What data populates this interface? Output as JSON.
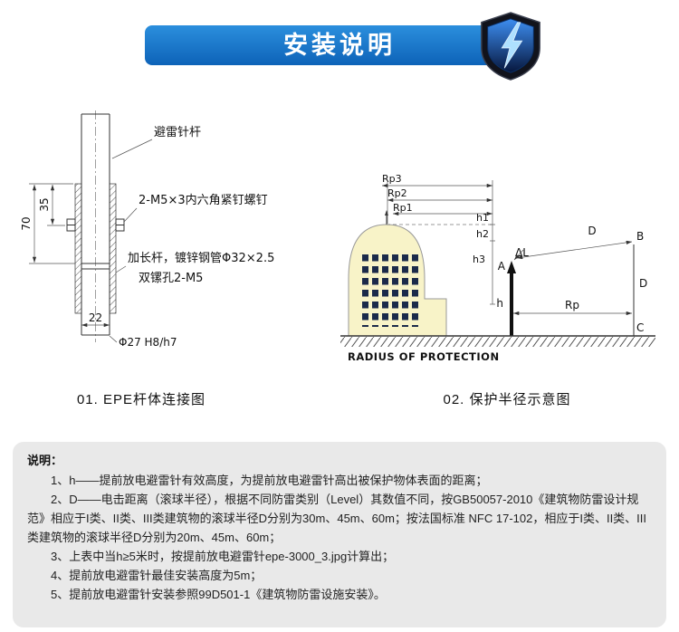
{
  "header": {
    "title": "安装说明"
  },
  "figures": {
    "left": {
      "caption": "01. EPE杆体连接图",
      "labels": {
        "rod": "避雷针杆",
        "screws": "2-M5×3内六角紧钉螺钉",
        "extension_line1": "加长杆，镀锌钢管Φ32×2.5",
        "extension_line2": "双镙孔2-M5",
        "dim_70": "70",
        "dim_35": "35",
        "dim_22": "22",
        "dim_bore": "Φ27 H8/h7"
      }
    },
    "right": {
      "caption": "02. 保护半径示意图",
      "labels": {
        "rp3": "Rp3",
        "rp2": "Rp2",
        "rp1": "Rp1",
        "h1": "h1",
        "h2": "h2",
        "h3": "h3",
        "delta_l": "ΔL",
        "point_a": "A",
        "point_b": "B",
        "point_c": "C",
        "dist_d_upper": "D",
        "dist_d_right": "D",
        "height_h": "h",
        "radius_rp": "Rp",
        "ground_text": "RADIUS OF PROTECTION"
      }
    }
  },
  "notes": {
    "title": "说明：",
    "items": [
      "1、h——提前放电避雷针有效高度，为提前放电避雷针高出被保护物体表面的距离；",
      "2、D——电击距离（滚球半径），根据不同防雷类别（Level）其数值不同，按GB50057-2010《建筑物防雷设计规范》相应于I类、II类、III类建筑物的滚球半径D分别为30m、45m、60m；按法国标准 NFC 17-102，相应于I类、II类、III类建筑物的滚球半径D分别为20m、45m、60m；",
      "3、上表中当h≥5米时，按提前放电避雷针epe-3000_3.jpg计算出；",
      "4、提前放电避雷针最佳安装高度为5m；",
      "5、提前放电避雷针安装参照99D501-1《建筑物防雷设施安装》。"
    ]
  },
  "colors": {
    "banner_blue": "#2b8fdd",
    "banner_blue_dark": "#0d63b8",
    "building_fill": "#f8f3c8",
    "window_color": "#1b2a4a",
    "notes_bg": "#e9e9e9"
  }
}
